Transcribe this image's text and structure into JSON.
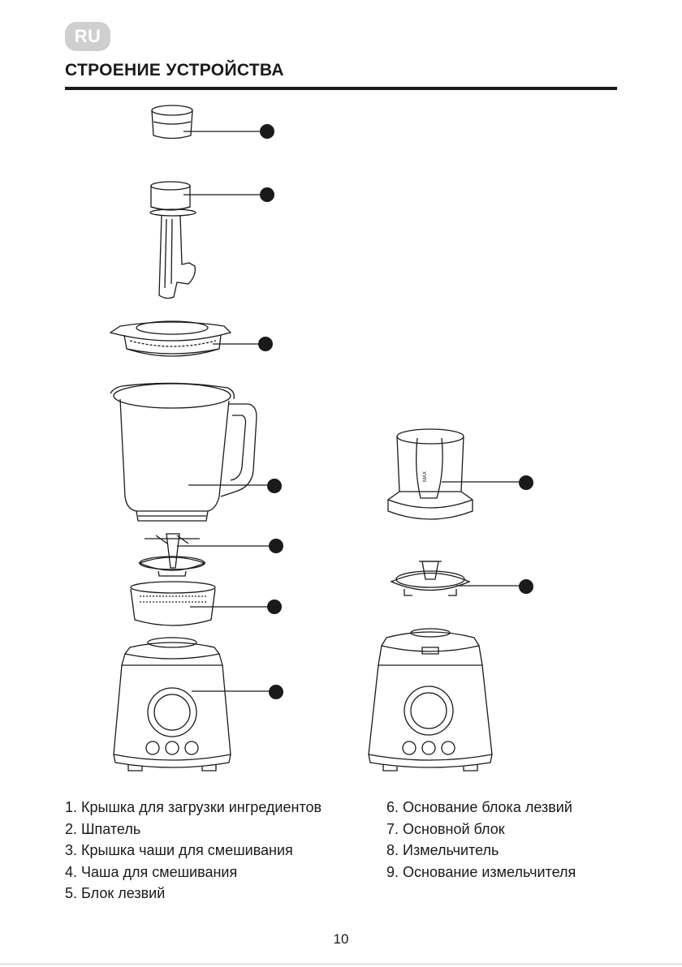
{
  "header": {
    "language_badge": "RU",
    "title": "СТРОЕНИЕ УСТРОЙСТВА"
  },
  "diagram": {
    "max_label": "MAX"
  },
  "legend": {
    "left": [
      "1. Крышка для загрузки ингредиентов",
      "2. Шпатель",
      "3. Крышка чаши для смешивания",
      "4. Чаша для смешивания",
      "5. Блок лезвий"
    ],
    "right": [
      "6. Основание блока лезвий",
      "7. Основной блок",
      "8. Измельчитель",
      "9. Основание измельчителя"
    ]
  },
  "footer": {
    "page_number": "10"
  }
}
